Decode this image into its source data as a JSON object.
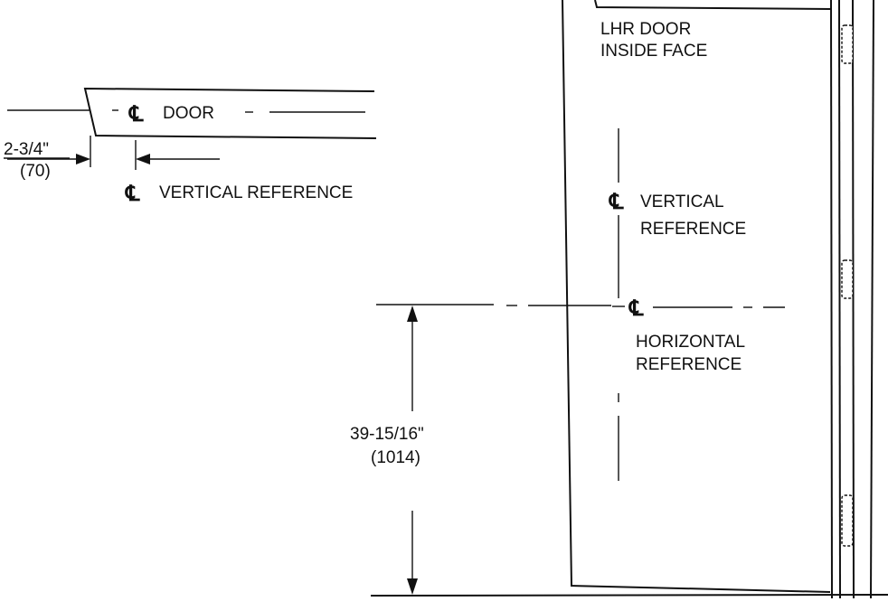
{
  "plan_view": {
    "centerline_symbol": "℄",
    "door_label": "DOOR",
    "vertical_reference_label": "VERTICAL REFERENCE",
    "offset_dimension": "2-3/4\"",
    "offset_metric": "(70)"
  },
  "elevation_view": {
    "door_title_line1": "LHR DOOR",
    "door_title_line2": "INSIDE FACE",
    "centerline_symbol": "℄",
    "vertical_reference_line1": "VERTICAL",
    "vertical_reference_line2": "REFERENCE",
    "horizontal_reference_line1": "HORIZONTAL",
    "horizontal_reference_line2": "REFERENCE",
    "height_dimension": "39-15/16\"",
    "height_metric": "(1014)"
  },
  "colors": {
    "line": "#111111",
    "background": "#ffffff"
  }
}
